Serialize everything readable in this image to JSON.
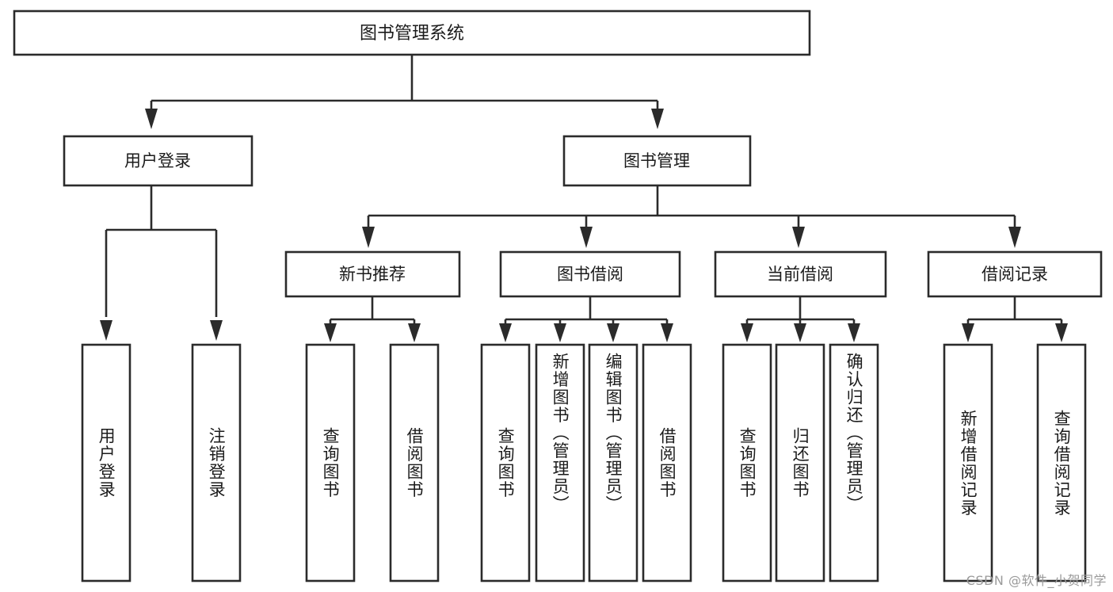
{
  "diagram": {
    "type": "tree-hierarchy-chart",
    "title": "图书管理系统",
    "root": {
      "id": "root",
      "label": "图书管理系统"
    },
    "level1": [
      {
        "id": "user-login",
        "label": "用户登录"
      },
      {
        "id": "book-manage",
        "label": "图书管理"
      }
    ],
    "level2": [
      {
        "id": "new-book-recommend",
        "label": "新书推荐",
        "parent": "book-manage"
      },
      {
        "id": "book-borrow",
        "label": "图书借阅",
        "parent": "book-manage"
      },
      {
        "id": "current-borrow",
        "label": "当前借阅",
        "parent": "book-manage"
      },
      {
        "id": "borrow-record",
        "label": "借阅记录",
        "parent": "book-manage"
      }
    ],
    "leaves": {
      "user-login": [
        {
          "id": "leaf-user-login",
          "label": "用户登录"
        },
        {
          "id": "leaf-user-logout",
          "label": "注销登录"
        }
      ],
      "new-book-recommend": [
        {
          "id": "leaf-query-book-1",
          "label": "查询图书"
        },
        {
          "id": "leaf-borrow-book-1",
          "label": "借阅图书"
        }
      ],
      "book-borrow": [
        {
          "id": "leaf-query-book-2",
          "label": "查询图书"
        },
        {
          "id": "leaf-add-book",
          "label": "新增图书（管理员）"
        },
        {
          "id": "leaf-edit-book",
          "label": "编辑图书（管理员）"
        },
        {
          "id": "leaf-borrow-book-2",
          "label": "借阅图书"
        }
      ],
      "current-borrow": [
        {
          "id": "leaf-query-book-3",
          "label": "查询图书"
        },
        {
          "id": "leaf-return-book",
          "label": "归还图书"
        },
        {
          "id": "leaf-confirm-return",
          "label": "确认归还（管理员）"
        }
      ],
      "borrow-record": [
        {
          "id": "leaf-add-record",
          "label": "新增借阅记录"
        },
        {
          "id": "leaf-query-record",
          "label": "查询借阅记录"
        }
      ]
    }
  },
  "watermark": {
    "text": "CSDN @软件_小贺同学"
  },
  "colors": {
    "stroke": "#2b2b2b",
    "fill": "#ffffff",
    "text": "#1b1b1b",
    "watermark": "#9a9a9a"
  }
}
